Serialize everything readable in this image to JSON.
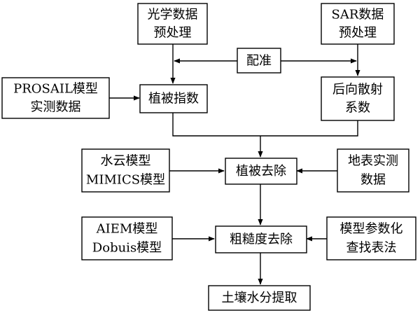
{
  "nodes": {
    "optical_preprocess": [
      "光学数据",
      "预处理"
    ],
    "sar_preprocess": [
      "SAR数据",
      "预处理"
    ],
    "registration": [
      "配准"
    ],
    "prosail": [
      "PROSAIL模型",
      "实测数据"
    ],
    "veg_index": [
      "植被指数"
    ],
    "backscatter": [
      "后向散射",
      "系数"
    ],
    "water_cloud": [
      "水云模型",
      "MIMICS模型"
    ],
    "veg_removal": [
      "植被去除"
    ],
    "surface_measured": [
      "地表实测",
      "数据"
    ],
    "aiem": [
      "AIEM模型",
      "Dobuis模型"
    ],
    "roughness_removal": [
      "粗糙度去除"
    ],
    "lookup": [
      "模型参数化",
      "查找表法"
    ],
    "soil_moisture": [
      "土壤水分提取"
    ]
  },
  "colors": {
    "stroke": "#000000",
    "fill": "#ffffff",
    "text": "#000000"
  }
}
